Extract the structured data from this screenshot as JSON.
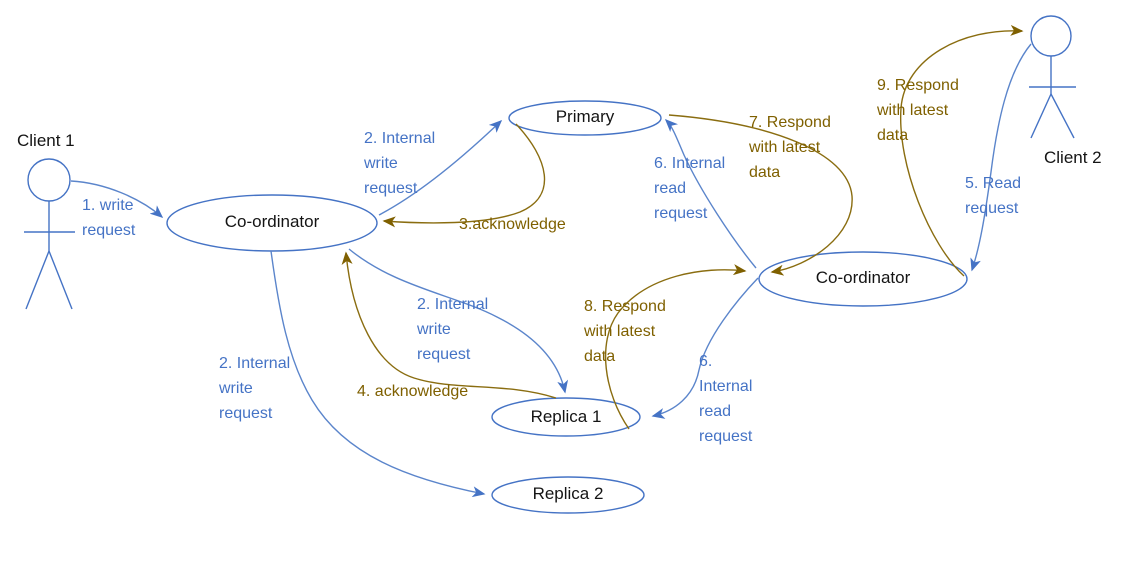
{
  "diagram": {
    "description": "Distributed database replication flow with two clients, two co-ordinators, a primary and two replicas"
  },
  "colors": {
    "request_blue": "#4573c5",
    "response_olive": "#7f6000",
    "node_outline": "#4573c5",
    "node_text": "#141414",
    "background": "#ffffff"
  },
  "actors": {
    "client1": {
      "label": "Client 1"
    },
    "client2": {
      "label": "Client 2"
    }
  },
  "nodes": {
    "coordinator1": {
      "label": "Co-ordinator"
    },
    "primary": {
      "label": "Primary"
    },
    "coordinator2": {
      "label": "Co-ordinator"
    },
    "replica1": {
      "label": "Replica 1"
    },
    "replica2": {
      "label": "Replica 2"
    }
  },
  "messages": {
    "m1": {
      "text": "1. write\nrequest",
      "color": "blue"
    },
    "m2_top": {
      "text": "2. Internal\nwrite\nrequest",
      "color": "blue"
    },
    "m2_mid": {
      "text": "2. Internal\nwrite\nrequest",
      "color": "blue"
    },
    "m2_left": {
      "text": "2. Internal\nwrite\nrequest",
      "color": "blue"
    },
    "m3": {
      "text": "3.acknowledge",
      "color": "olive"
    },
    "m4": {
      "text": "4. acknowledge",
      "color": "olive"
    },
    "m5": {
      "text": "5. Read\nrequest",
      "color": "blue"
    },
    "m6_primary": {
      "text": "6. Internal\nread\nrequest",
      "color": "blue"
    },
    "m6_replica": {
      "text": "6.\nInternal\nread\nrequest",
      "color": "blue"
    },
    "m7": {
      "text": "7. Respond\nwith latest\ndata",
      "color": "olive"
    },
    "m8": {
      "text": "8. Respond\nwith latest\ndata",
      "color": "olive"
    },
    "m9": {
      "text": "9. Respond\nwith latest\ndata",
      "color": "olive"
    }
  }
}
